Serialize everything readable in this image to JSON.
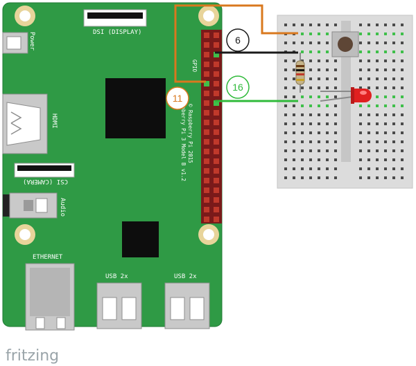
{
  "board": {
    "power_label": "Power",
    "dsi_label": "DSI (DISPLAY)",
    "hdmi_label": "HDMI",
    "csi_label": "CSI (CAMERA)",
    "audio_label": "Audio",
    "ethernet_label": "ETHERNET",
    "usb1_label": "USB 2x",
    "usb2_label": "USB 2x",
    "gpio_label": "GPIO",
    "model_line1": "Raspberry Pi 3 Model B v1.2",
    "model_line2": "© Raspberry Pi 2015"
  },
  "callouts": {
    "pin_gnd": "6",
    "pin_11": "11",
    "pin_16": "16"
  },
  "colors": {
    "board": "#2f9a45",
    "wire_orange": "#d9781e",
    "wire_black": "#1a1a1a",
    "wire_green": "#2fba3a",
    "callout_orange": "#d9781e",
    "callout_green": "#2fba3a"
  },
  "watermark": "fritzing"
}
